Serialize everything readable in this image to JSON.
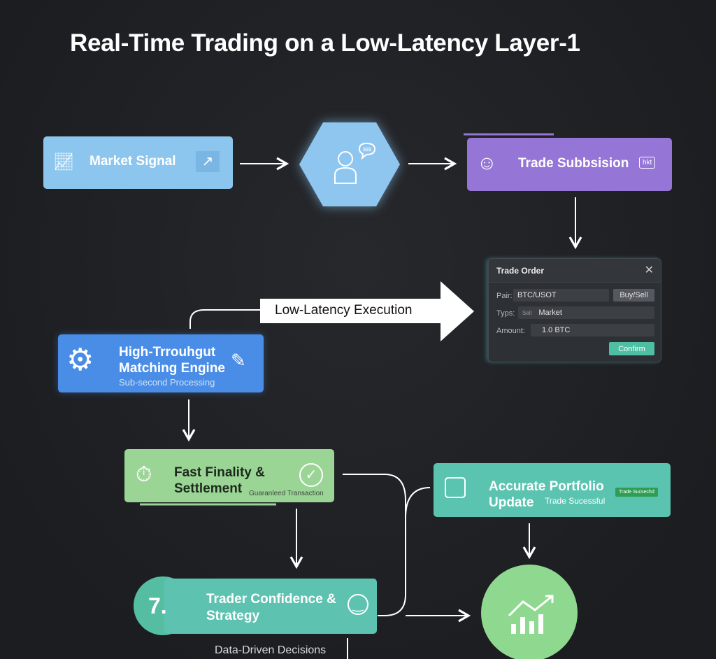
{
  "title": "Real-Time Trading on a Low-Latency Layer-1",
  "nodes": {
    "market_signal": {
      "label": "Market Signal",
      "color": "#8cc6ee"
    },
    "trader": {
      "bubble_text": "$$$",
      "color": "#8ec6f0"
    },
    "trade_submission": {
      "label": "Trade Subbsision",
      "badge": "hkt",
      "color": "#9575d6"
    },
    "execution": {
      "label": "Low-Latency Execution"
    },
    "matching_engine": {
      "line1": "High-Trrouhgut",
      "line2": "Matching Engine",
      "sub": "Sub-second Processing",
      "color": "#4a8de6"
    },
    "finality": {
      "line1": "Fast Finality &",
      "line2": "Settlement",
      "sub": "Guaranleed Transaction",
      "color": "#9bd596"
    },
    "portfolio": {
      "line1": "Accurate Portfolio",
      "line2": "Update",
      "sub": "Trade Sucessful",
      "badge": "Trade Sucsechd",
      "color": "#5bc4b0"
    },
    "confidence": {
      "number": "7.",
      "line1": "Trader Confidence &",
      "line2": "Strategy",
      "sub": "Data-Driven Decisions",
      "color": "#5dc3b0"
    },
    "growth": {
      "color": "#8fd88f"
    }
  },
  "trade_order": {
    "title": "Trade Order",
    "pair_label": "Pair:",
    "pair_value": "BTC/USOT",
    "buy_sell": "Buy/Sell",
    "type_label": "Typs:",
    "type_tag": "Sell",
    "type_value": "Market",
    "amount_label": "Amount:",
    "amount_value": "1.0 BTC",
    "confirm": "Confirm"
  }
}
